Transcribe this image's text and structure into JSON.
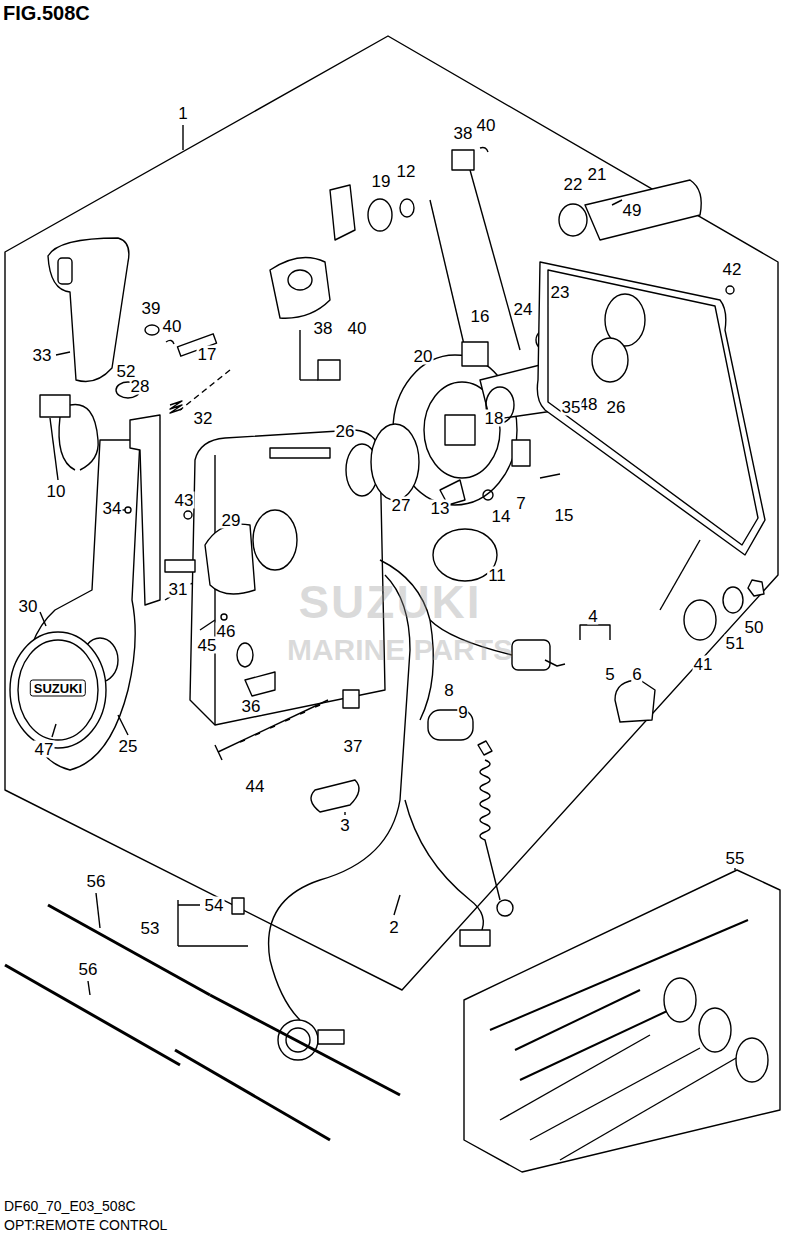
{
  "diagram": {
    "title": "FIG.508C",
    "caption": "OPT:REMOTE CONTROL",
    "labels": [
      "1",
      "38",
      "40",
      "19",
      "12",
      "22",
      "21",
      "49",
      "42",
      "39",
      "40",
      "33",
      "52",
      "17",
      "16",
      "38",
      "40",
      "24",
      "23",
      "20",
      "28",
      "32",
      "18",
      "48",
      "26",
      "35",
      "10",
      "34",
      "43",
      "29",
      "26",
      "27",
      "13",
      "14",
      "7",
      "15",
      "11",
      "31",
      "30",
      "45",
      "46",
      "4",
      "5",
      "6",
      "36",
      "41",
      "51",
      "50",
      "8",
      "9",
      "47",
      "25",
      "44",
      "37",
      "3",
      "55",
      "56",
      "56",
      "54",
      "53",
      "2",
      "SUZUKI",
      "MARINE PARTS",
      "SUZUKI",
      "DF60_70_E03_508C"
    ]
  }
}
